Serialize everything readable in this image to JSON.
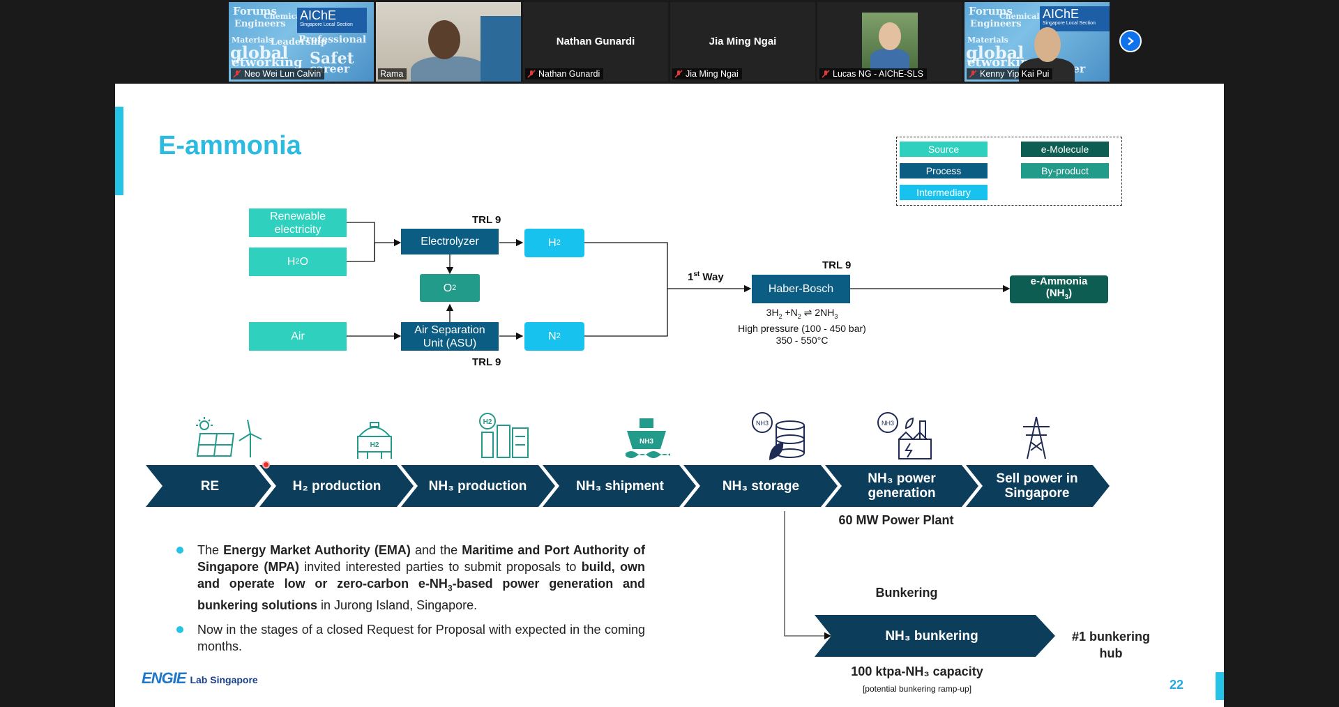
{
  "zoom": {
    "participants": [
      {
        "display": "",
        "label": "Neo Wei Lun Calvin",
        "muted": true,
        "kind": "aiche"
      },
      {
        "display": "",
        "label": "Rama",
        "muted": false,
        "kind": "video",
        "active": true
      },
      {
        "display": "Nathan Gunardi",
        "label": "Nathan Gunardi",
        "muted": true,
        "kind": "name"
      },
      {
        "display": "Jia Ming Ngai",
        "label": "Jia Ming Ngai",
        "muted": true,
        "kind": "name"
      },
      {
        "display": "",
        "label": "Lucas NG - AIChE-SLS",
        "muted": true,
        "kind": "photo"
      },
      {
        "display": "",
        "label": "Kenny Yip Kai Pui",
        "muted": true,
        "kind": "aiche-video"
      }
    ],
    "aiche_logo": "AIChE",
    "aiche_sub": "Singapore Local Section",
    "next_icon": "chevron-right-icon"
  },
  "slide": {
    "title": "E-ammonia",
    "legend": {
      "source": "Source",
      "process": "Process",
      "intermediary": "Intermediary",
      "emolecule": "e-Molecule",
      "byproduct": "By-product"
    },
    "flow": {
      "renewable": "Renewable electricity",
      "h2o_base": "H",
      "h2o_sub": "2",
      "h2o_end": "O",
      "air": "Air",
      "electrolyzer": "Electrolyzer",
      "asu_line1": "Air Separation",
      "asu_line2": "Unit (ASU)",
      "o2_base": "O",
      "o2_sub": "2",
      "h2_base": "H",
      "h2_sub": "2",
      "n2_base": "N",
      "n2_sub": "2",
      "trl_electrolyzer": "TRL 9",
      "trl_asu": "TRL 9",
      "trl_haber": "TRL 9",
      "first_way": "1",
      "first_way_sup": "st",
      "first_way_end": " Way",
      "haber": "Haber-Bosch",
      "reaction_1": "3H",
      "reaction_2": "2",
      "reaction_3": " +N",
      "reaction_4": "2",
      "reaction_5": " ⇌ 2NH",
      "reaction_6": "3",
      "pressure": "High pressure (100 - 450 bar)",
      "temperature": "350 - 550°C",
      "eammonia": "e-Ammonia",
      "eammonia_formula": "(NH",
      "eammonia_sub": "3",
      "eammonia_end": ")"
    },
    "chain": [
      {
        "label": "RE",
        "icon": "solar-wind-icon"
      },
      {
        "label": "H₂ production",
        "icon": "h2-tank-icon"
      },
      {
        "label": "NH₃ production",
        "icon": "h2-factory-icon"
      },
      {
        "label": "NH₃ shipment",
        "icon": "ship-icon"
      },
      {
        "label": "NH₃ storage",
        "icon": "storage-icon"
      },
      {
        "label": "NH₃ power generation",
        "icon": "power-plant-icon"
      },
      {
        "label": "Sell power in Singapore",
        "icon": "pylon-icon"
      }
    ],
    "power_plant": "60 MW Power Plant",
    "bunkering_title": "Bunkering",
    "bunkering_box": "NH₃ bunkering",
    "bunkering_hub": "#1 bunkering hub",
    "capacity": "100 ktpa-NH₃ capacity",
    "capacity_note": "[potential bunkering ramp-up]",
    "bullets": {
      "b1_t1": "The ",
      "b1_b1": "Energy Market Authority (EMA)",
      "b1_t2": " and the ",
      "b1_b2": "Maritime and Port Authority of Singapore (MPA)",
      "b1_t3": " invited interested parties to submit proposals to ",
      "b1_b3": "build, own and operate low or zero-carbon e-NH",
      "b1_sub": "3",
      "b1_b4": "-based power generation and bunkering solutions",
      "b1_t4": " in Jurong Island, Singapore.",
      "b2": "Now in the stages of a closed Request for Proposal with expected in the coming months."
    },
    "logo_brand": "ENGIE",
    "logo_lab": "Lab Singapore",
    "page_number": "22"
  },
  "colors": {
    "source": "#2fd0bd",
    "process": "#0b5d84",
    "intermediary": "#18c2ee",
    "emolecule": "#0e5d52",
    "byproduct": "#239b8a",
    "chain": "#0c3e5b",
    "accent": "#26c3e6"
  }
}
